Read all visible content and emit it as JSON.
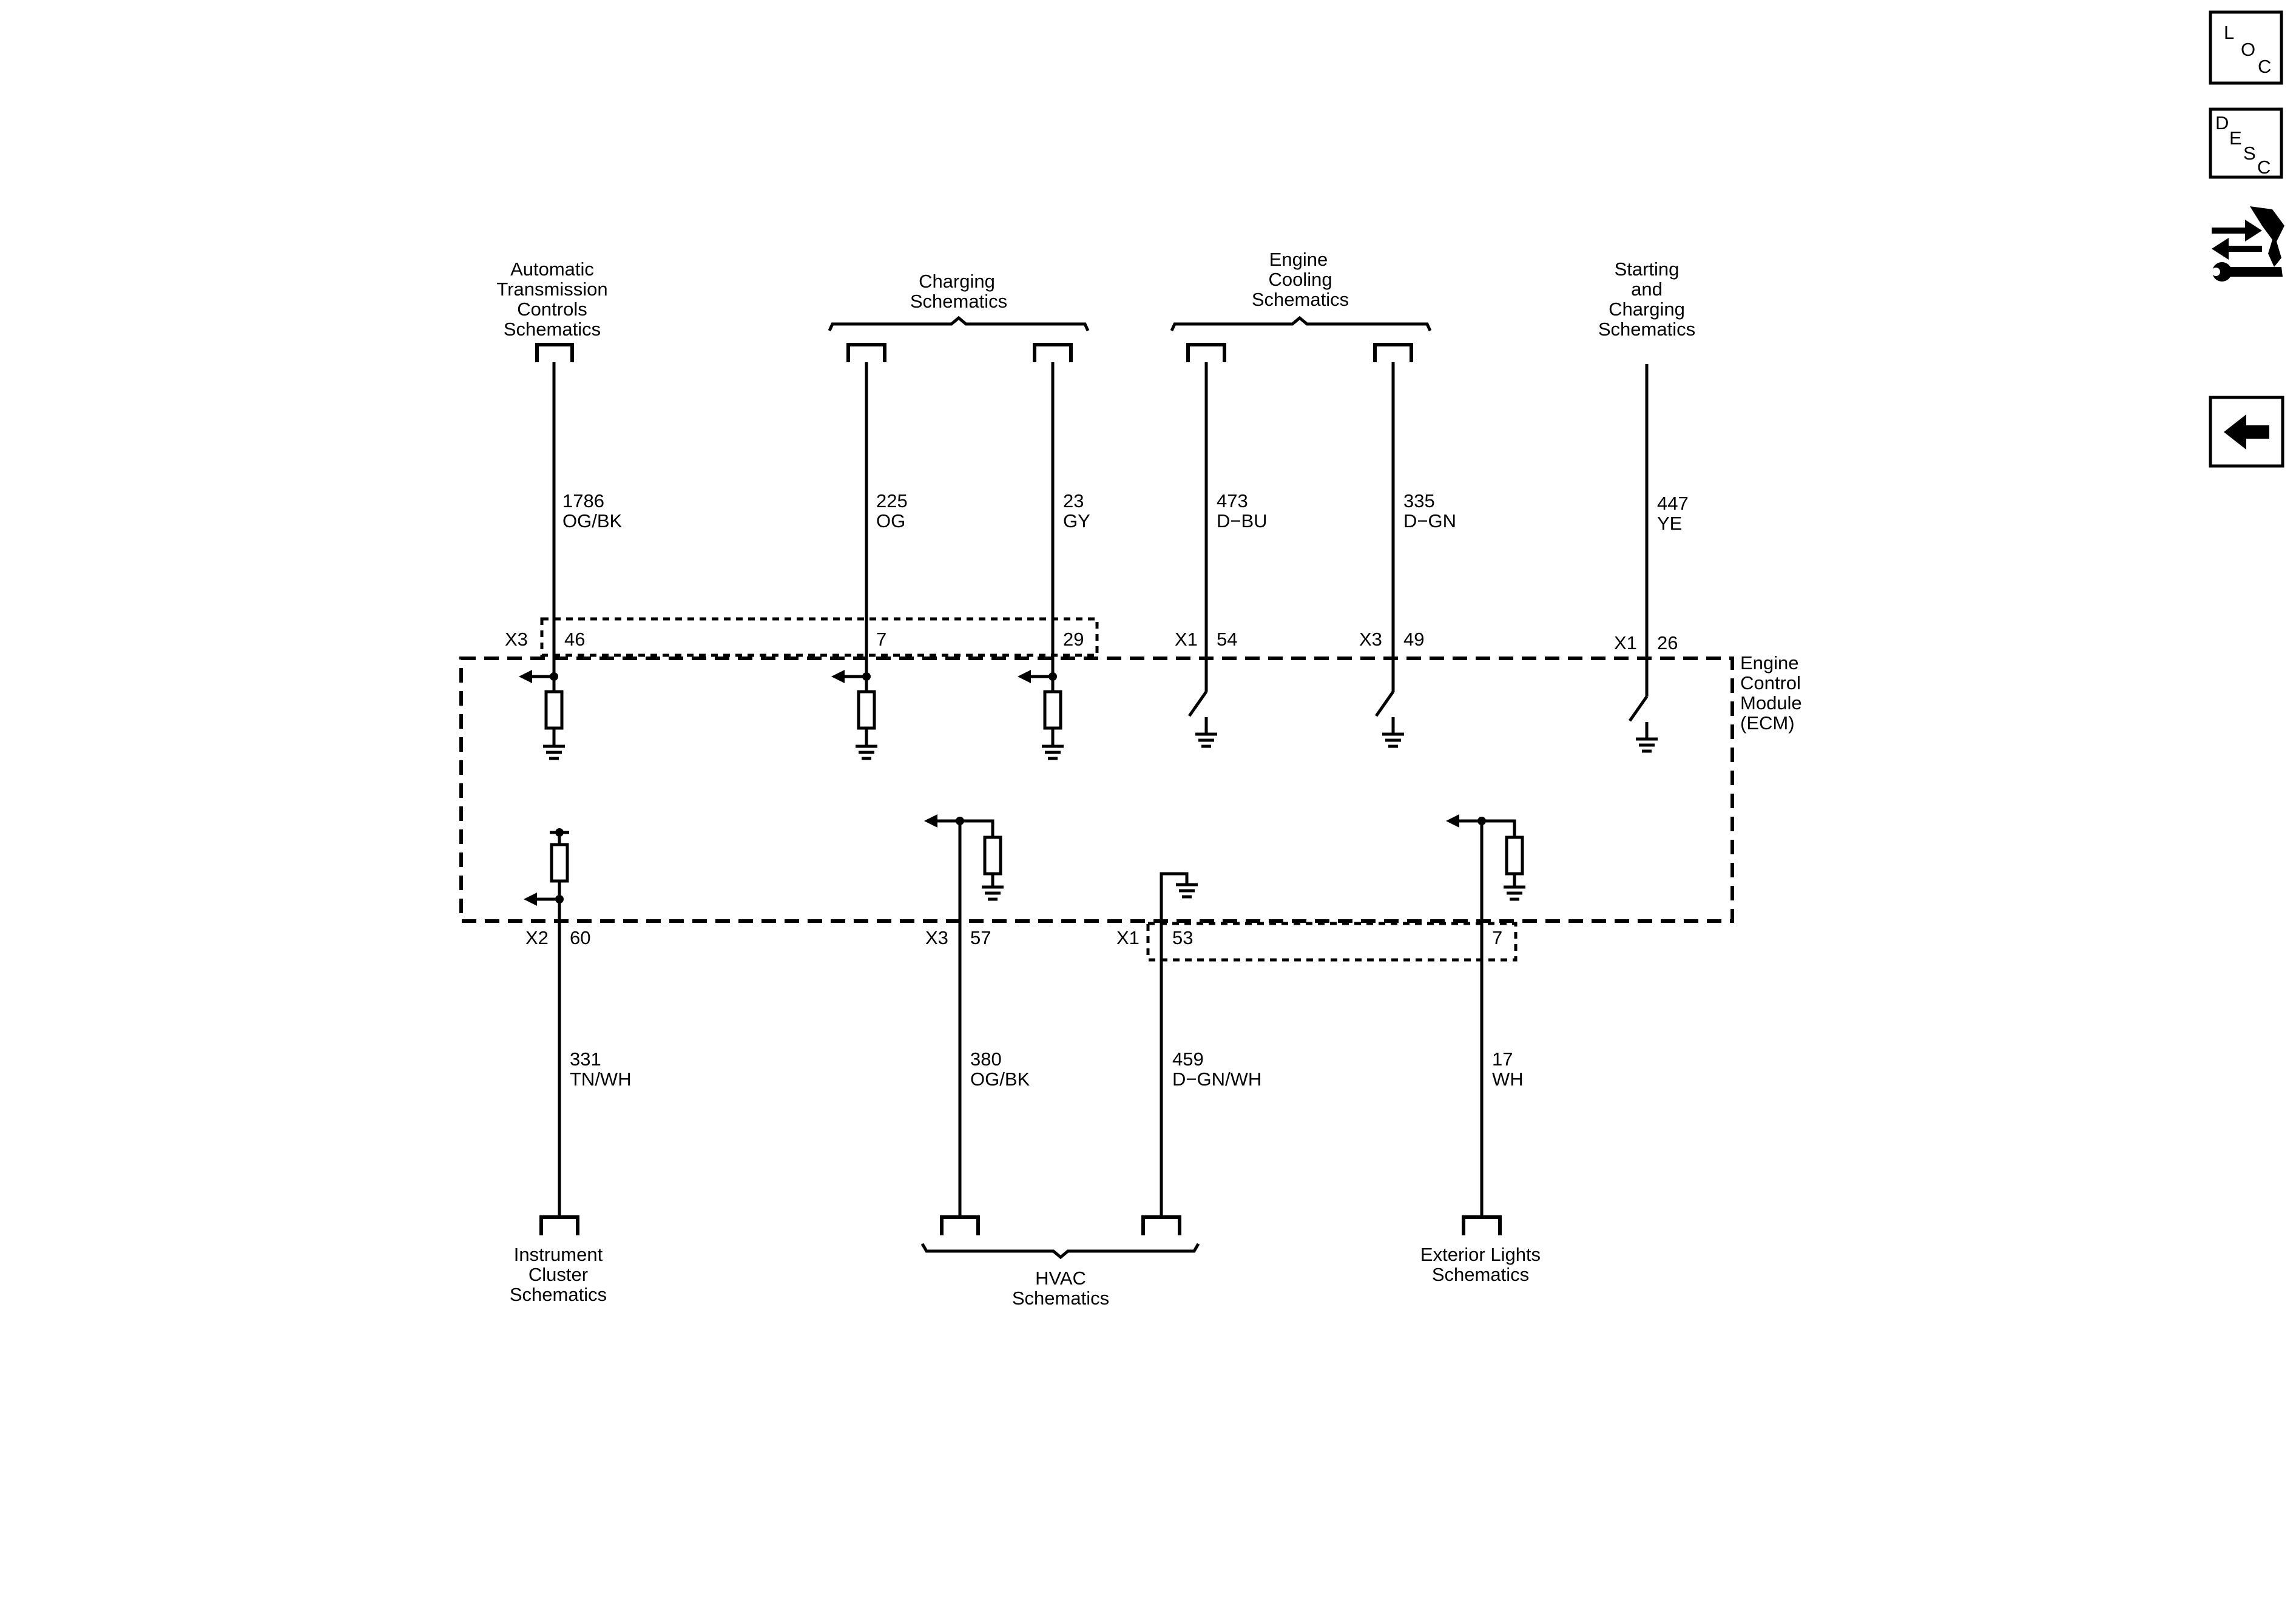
{
  "nav": {
    "loc": [
      "L",
      "O",
      "C"
    ],
    "desc": [
      "D",
      "E",
      "S",
      "C"
    ],
    "tool_icon": "wrench-arrows-icon",
    "back_icon": "back-arrow-icon"
  },
  "module": {
    "label": [
      "Engine",
      "Control",
      "Module",
      "(ECM)"
    ]
  },
  "destinations": {
    "atc": [
      "Automatic",
      "Transmission",
      "Controls",
      "Schematics"
    ],
    "charging": [
      "Charging",
      "Schematics"
    ],
    "cooling": [
      "Engine",
      "Cooling",
      "Schematics"
    ],
    "starting": [
      "Starting",
      "and",
      "Charging",
      "Schematics"
    ],
    "cluster": [
      "Instrument",
      "Cluster",
      "Schematics"
    ],
    "hvac": [
      "HVAC",
      "Schematics"
    ],
    "lights": [
      "Exterior Lights",
      "Schematics"
    ]
  },
  "wires": {
    "w1786": {
      "circuit": "1786",
      "color": "OG/BK",
      "connector": "X3",
      "pin": "46"
    },
    "w225": {
      "circuit": "225",
      "color": "OG",
      "connector": "",
      "pin": "7"
    },
    "w23": {
      "circuit": "23",
      "color": "GY",
      "connector": "",
      "pin": "29"
    },
    "w473": {
      "circuit": "473",
      "color": "D−BU",
      "connector": "X1",
      "pin": "54"
    },
    "w335": {
      "circuit": "335",
      "color": "D−GN",
      "connector": "X3",
      "pin": "49"
    },
    "w447": {
      "circuit": "447",
      "color": "YE",
      "connector": "X1",
      "pin": "26"
    },
    "w331": {
      "circuit": "331",
      "color": "TN/WH",
      "connector": "X2",
      "pin": "60"
    },
    "w380": {
      "circuit": "380",
      "color": "OG/BK",
      "connector": "X3",
      "pin": "57"
    },
    "w459": {
      "circuit": "459",
      "color": "D−GN/WH",
      "connector": "X1",
      "pin": "53"
    },
    "w17": {
      "circuit": "17",
      "color": "WH",
      "connector": "",
      "pin": "7"
    }
  }
}
